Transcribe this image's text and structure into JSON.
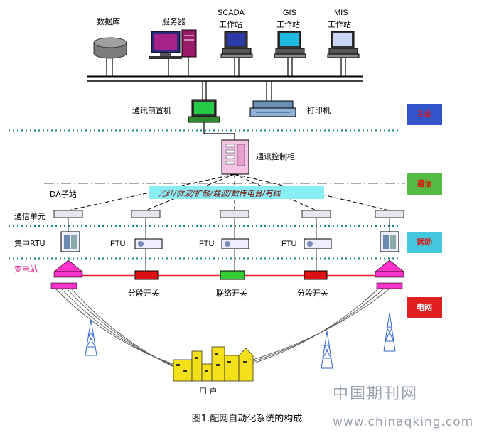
{
  "devices": {
    "database": "数据库",
    "server": "服务器",
    "scada_line1": "SCADA",
    "scada_line2": "工作站",
    "gis_line1": "GIS",
    "gis_line2": "工作站",
    "mis_line1": "MIS",
    "mis_line2": "工作站",
    "front_end": "通讯前置机",
    "printer": "打印机",
    "comm_cabinet": "通讯控制柜",
    "da_substation": "DA子站",
    "channel": "光纤/微波/扩频/载波/数传电台/有线",
    "comm_unit": "通信单元",
    "rtu": "集中RTU",
    "ftu1": "FTU",
    "ftu2": "FTU",
    "ftu3": "FTU",
    "substation": "变电站",
    "switch1": "分段开关",
    "switch2": "联络开关",
    "switch3": "分段开关",
    "users": "用 户"
  },
  "layers": {
    "master": "主站",
    "comm": "通信",
    "remote": "远动",
    "grid": "电网"
  },
  "caption": "图1.配网自动化系统的构成",
  "watermark": {
    "line1": "中国期刊网",
    "line2": "www.chinaqking.com"
  },
  "colors": {
    "layer_master": "#3355cc",
    "layer_comm": "#55bb44",
    "layer_remote": "#44c8dd",
    "layer_grid": "#e02020",
    "feeder": "#e8202a",
    "substation": "#ff33cc",
    "switch_open": "#dd1111",
    "switch_tie": "#33cc33",
    "channel_box": "#88eef4"
  }
}
